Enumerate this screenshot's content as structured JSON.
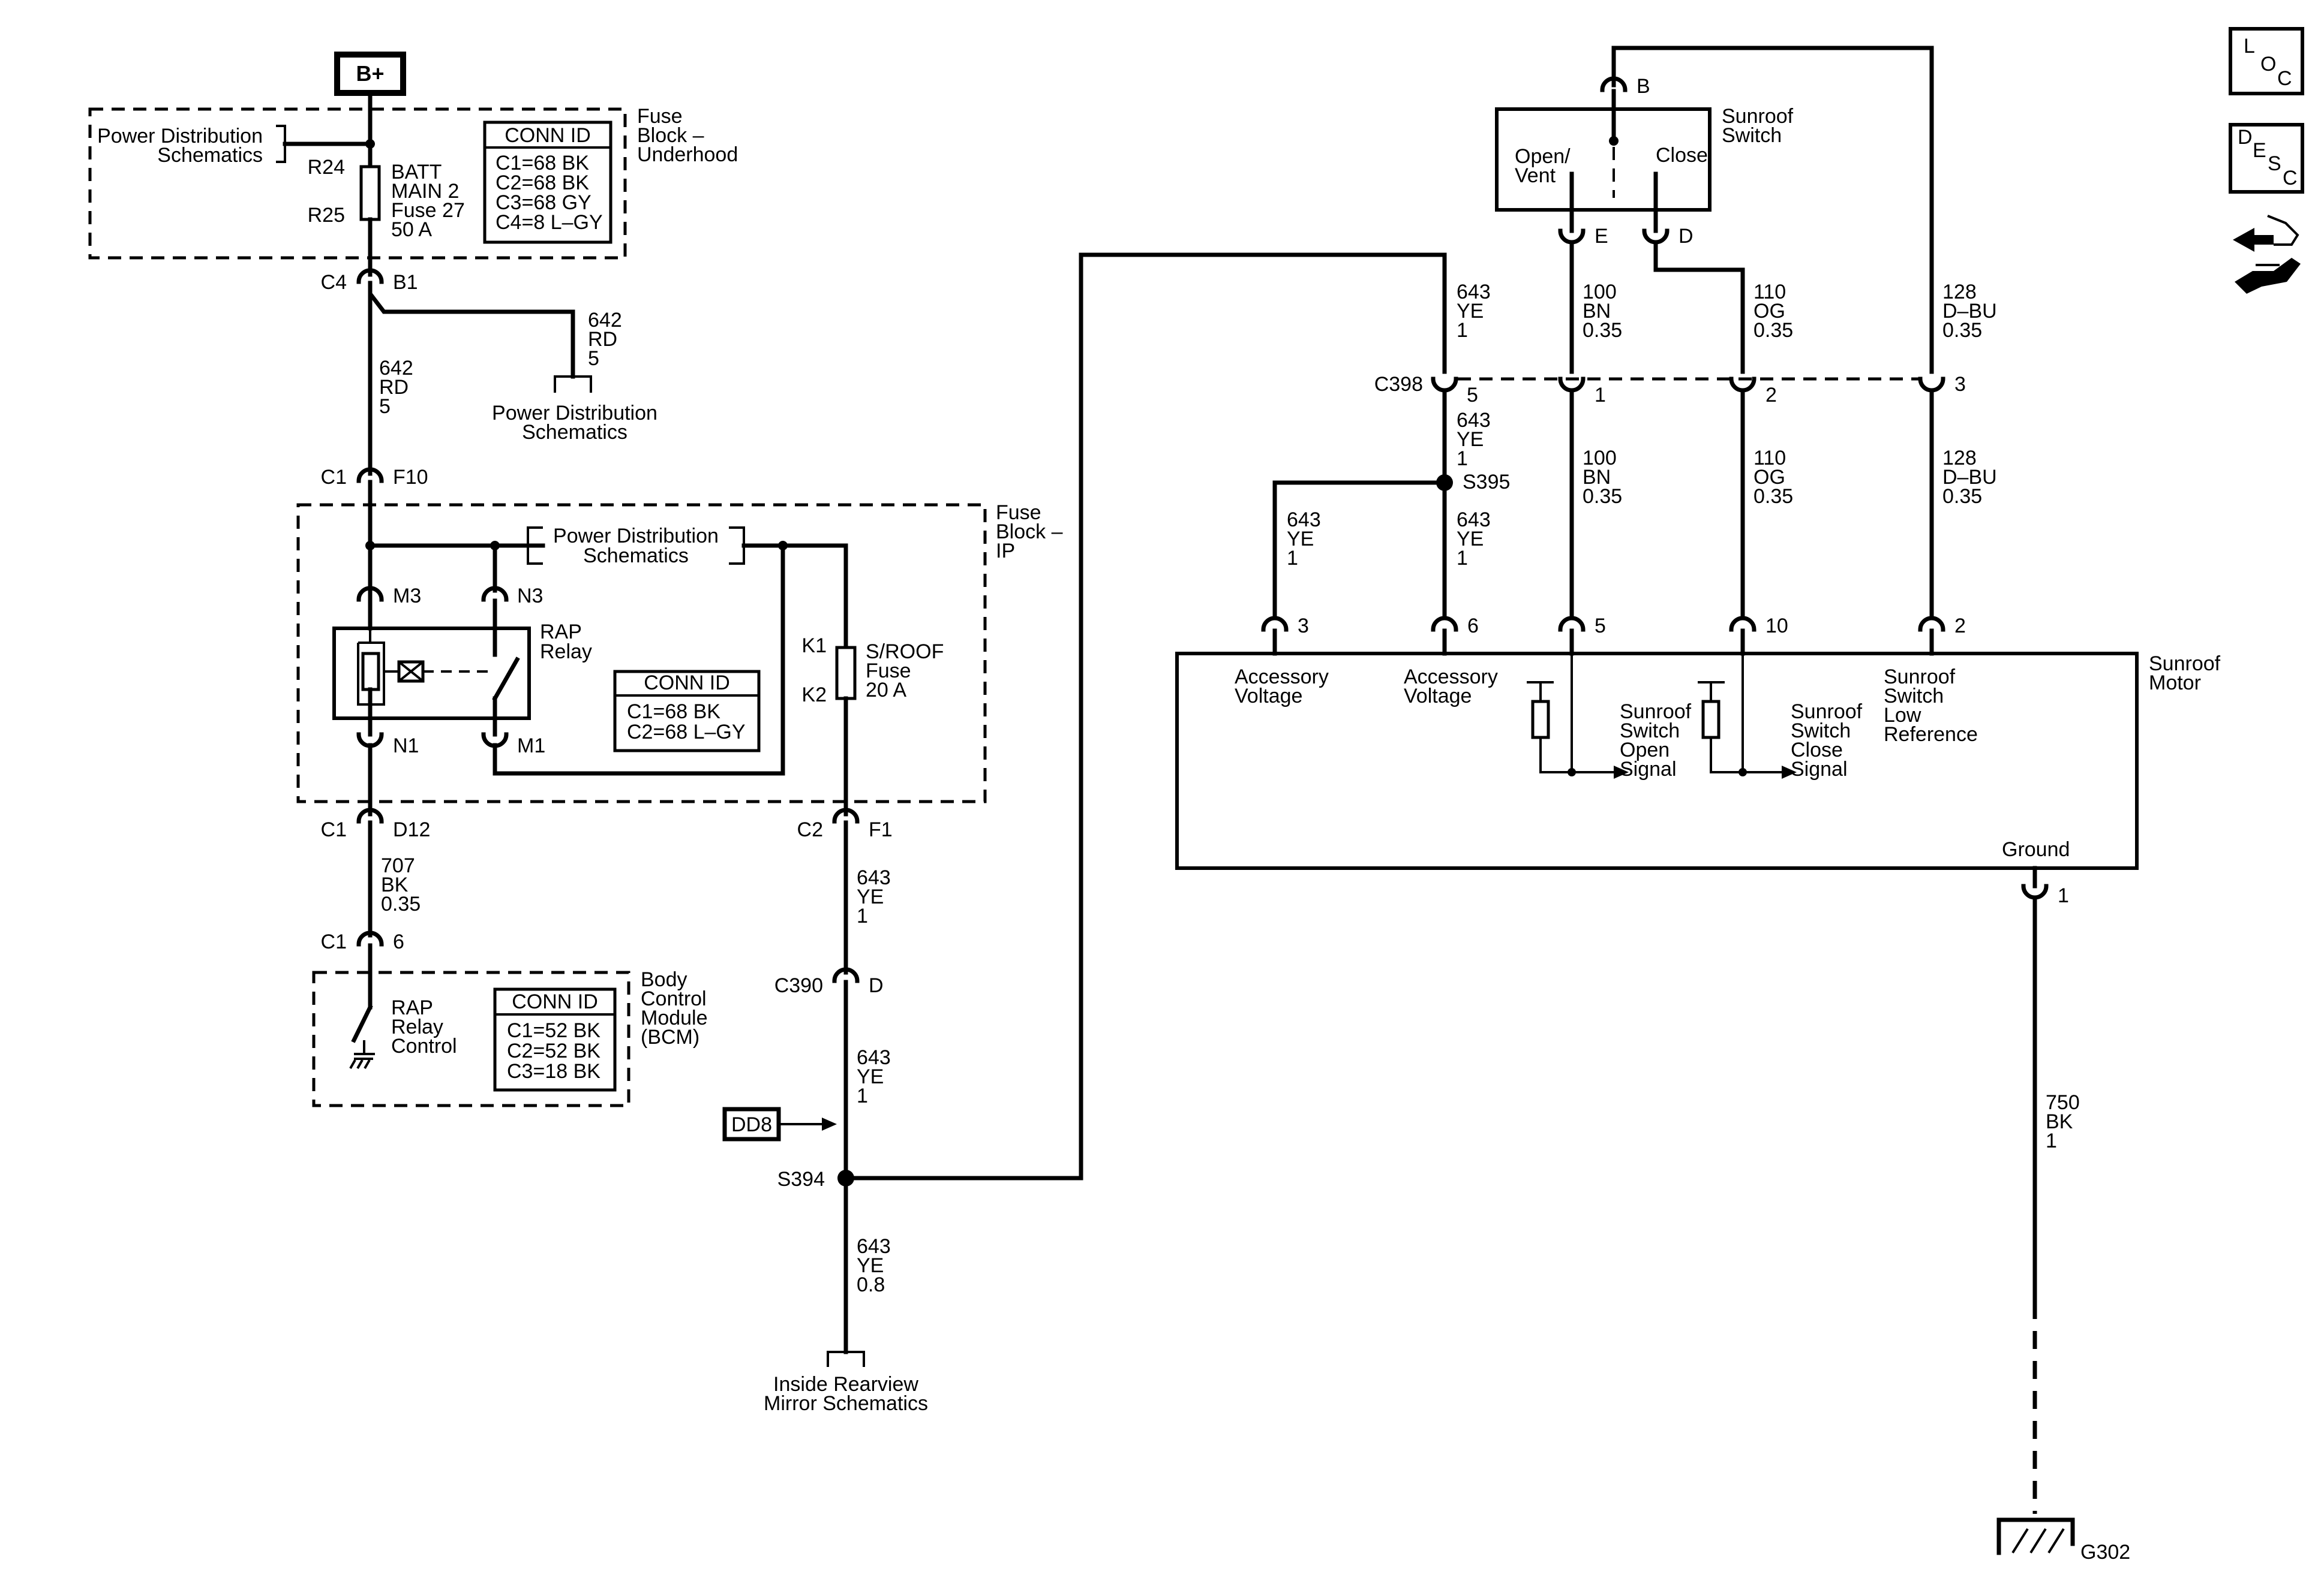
{
  "power": {
    "bplus": "B+"
  },
  "pds": {
    "label1_l1": "Power Distribution",
    "label1_l2": "Schematics",
    "label2_l1": "Power Distribution",
    "label2_l2": "Schematics",
    "label3_l1": "Power Distribution",
    "label3_l2": "Schematics"
  },
  "fuse_block_underhood": {
    "title_l1": "Fuse",
    "title_l2": "Block –",
    "title_l3": "Underhood",
    "terminal_top": "R24",
    "terminal_bottom": "R25",
    "fuse_l1": "BATT",
    "fuse_l2": "MAIN 2",
    "fuse_l3": "Fuse 27",
    "fuse_l4": "50 A",
    "conn_title": "CONN ID",
    "conn_1": "C1=68 BK",
    "conn_2": "C2=68 BK",
    "conn_3": "C3=68 GY",
    "conn_4": "C4=8 L–GY"
  },
  "connectors": {
    "c4": "C4",
    "b1": "B1",
    "c1_f10": "C1",
    "f10": "F10",
    "m3": "M3",
    "n3": "N3",
    "n1": "N1",
    "m1": "M1",
    "k1": "K1",
    "k2": "K2",
    "c1_d12": "C1",
    "d12": "D12",
    "c2_f1": "C2",
    "f1": "F1",
    "c1_6": "C1",
    "pin6": "6",
    "c390": "C390",
    "d": "D",
    "s394": "S394",
    "s395": "S395",
    "c398": "C398",
    "c398_p5": "5",
    "c398_p1": "1",
    "c398_p2": "2",
    "c398_p3": "3",
    "sw_b": "B",
    "sw_e": "E",
    "sw_d": "D",
    "m_p3": "3",
    "m_p6": "6",
    "m_p5": "5",
    "m_p10": "10",
    "m_p2": "2",
    "gnd_p1": "1"
  },
  "wires": {
    "w642a_c": "642",
    "w642a_col": "RD",
    "w642a_g": "5",
    "w642b_c": "642",
    "w642b_col": "RD",
    "w642b_g": "5",
    "w707_c": "707",
    "w707_col": "BK",
    "w707_g": "0.35",
    "w643a_c": "643",
    "w643a_col": "YE",
    "w643a_g": "1",
    "w643b_c": "643",
    "w643b_col": "YE",
    "w643b_g": "1",
    "w643c_c": "643",
    "w643c_col": "YE",
    "w643c_g": "0.8",
    "w643d_c": "643",
    "w643d_col": "YE",
    "w643d_g": "1",
    "w643e_c": "643",
    "w643e_col": "YE",
    "w643e_g": "1",
    "w643f_c": "643",
    "w643f_col": "YE",
    "w643f_g": "1",
    "w643g_c": "643",
    "w643g_col": "YE",
    "w643g_g": "1",
    "w100a_c": "100",
    "w100a_col": "BN",
    "w100a_g": "0.35",
    "w100b_c": "100",
    "w100b_col": "BN",
    "w100b_g": "0.35",
    "w110a_c": "110",
    "w110a_col": "OG",
    "w110a_g": "0.35",
    "w110b_c": "110",
    "w110b_col": "OG",
    "w110b_g": "0.35",
    "w128a_c": "128",
    "w128a_col": "D–BU",
    "w128a_g": "0.35",
    "w128b_c": "128",
    "w128b_col": "D–BU",
    "w128b_g": "0.35",
    "w750_c": "750",
    "w750_col": "BK",
    "w750_g": "1"
  },
  "fuse_block_ip": {
    "title_l1": "Fuse",
    "title_l2": "Block –",
    "title_l3": "IP",
    "relay_l1": "RAP",
    "relay_l2": "Relay",
    "fuse_l1": "S/ROOF",
    "fuse_l2": "Fuse",
    "fuse_l3": "20 A",
    "conn_title": "CONN ID",
    "conn_1": "C1=68 BK",
    "conn_2": "C2=68 L–GY"
  },
  "bcm": {
    "title_l1": "Body",
    "title_l2": "Control",
    "title_l3": "Module",
    "title_l4": "(BCM)",
    "ctrl_l1": "RAP",
    "ctrl_l2": "Relay",
    "ctrl_l3": "Control",
    "conn_title": "CONN ID",
    "conn_1": "C1=52 BK",
    "conn_2": "C2=52 BK",
    "conn_3": "C3=18 BK"
  },
  "refs": {
    "dd8": "DD8",
    "mirror_l1": "Inside Rearview",
    "mirror_l2": "Mirror Schematics"
  },
  "switch": {
    "title_l1": "Sunroof",
    "title_l2": "Switch",
    "open_l1": "Open/",
    "open_l2": "Vent",
    "close": "Close"
  },
  "motor": {
    "title_l1": "Sunroof",
    "title_l2": "Motor",
    "acc1_l1": "Accessory",
    "acc1_l2": "Voltage",
    "acc2_l1": "Accessory",
    "acc2_l2": "Voltage",
    "open_l1": "Sunroof",
    "open_l2": "Switch",
    "open_l3": "Open",
    "open_l4": "Signal",
    "close_l1": "Sunroof",
    "close_l2": "Switch",
    "close_l3": "Close",
    "close_l4": "Signal",
    "lowref_l1": "Sunroof",
    "lowref_l2": "Switch",
    "lowref_l3": "Low",
    "lowref_l4": "Reference",
    "ground": "Ground"
  },
  "ground": {
    "g302": "G302"
  },
  "icons": {
    "loc_l": "L",
    "loc_o": "O",
    "loc_c": "C",
    "desc_d": "D",
    "desc_e": "E",
    "desc_s": "S",
    "desc_c": "C",
    "locator": "locator-icon",
    "description": "description-icon",
    "repair": "repair-hand-icon"
  }
}
